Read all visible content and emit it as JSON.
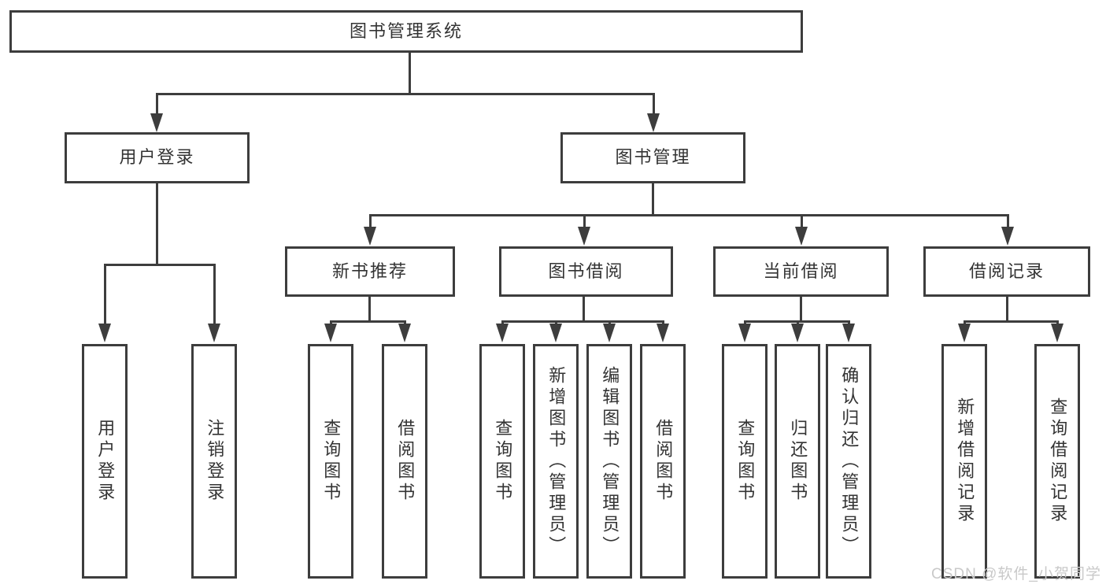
{
  "diagram_title": "图书管理系统",
  "tree": {
    "label": "图书管理系统",
    "children": [
      {
        "label": "用户登录",
        "children": [
          {
            "label": "用户登录"
          },
          {
            "label": "注销登录"
          }
        ]
      },
      {
        "label": "图书管理",
        "children": [
          {
            "label": "新书推荐",
            "children": [
              {
                "label": "查询图书"
              },
              {
                "label": "借阅图书"
              }
            ]
          },
          {
            "label": "图书借阅",
            "children": [
              {
                "label": "查询图书"
              },
              {
                "label": "新增图书（管理员）"
              },
              {
                "label": "编辑图书（管理员）"
              },
              {
                "label": "借阅图书"
              }
            ]
          },
          {
            "label": "当前借阅",
            "children": [
              {
                "label": "查询图书"
              },
              {
                "label": "归还图书"
              },
              {
                "label": "确认归还（管理员）"
              }
            ]
          },
          {
            "label": "借阅记录",
            "children": [
              {
                "label": "新增借阅记录"
              },
              {
                "label": "查询借阅记录"
              }
            ]
          }
        ]
      }
    ]
  },
  "watermark": "CSDN @软件_小贺同学",
  "colors": {
    "line": "#3d3d3d",
    "text": "#333333",
    "watermark": "#c9c9c9",
    "background": "#ffffff"
  }
}
